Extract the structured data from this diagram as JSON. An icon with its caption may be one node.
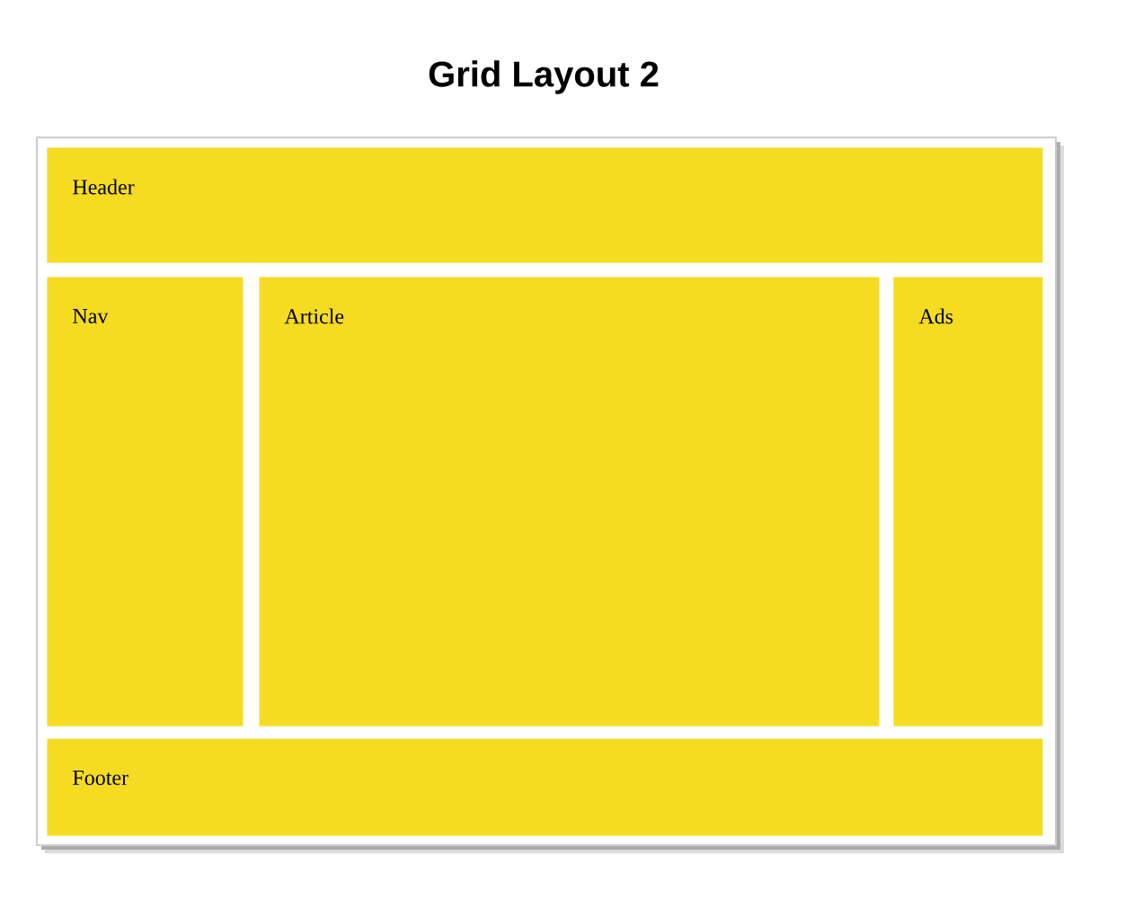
{
  "diagram": {
    "title": "Grid Layout 2",
    "nodes": [
      {
        "text": [],
        "shape": "box"
      },
      {
        "text": [
          "Header"
        ],
        "in": 0
      },
      {
        "text": [
          "Nav"
        ],
        "in": 0
      },
      {
        "text": [
          "Article"
        ],
        "in": 0
      },
      {
        "text": [
          "Ads"
        ],
        "in": 0
      },
      {
        "text": [
          "Footer"
        ],
        "in": 0
      }
    ]
  }
}
